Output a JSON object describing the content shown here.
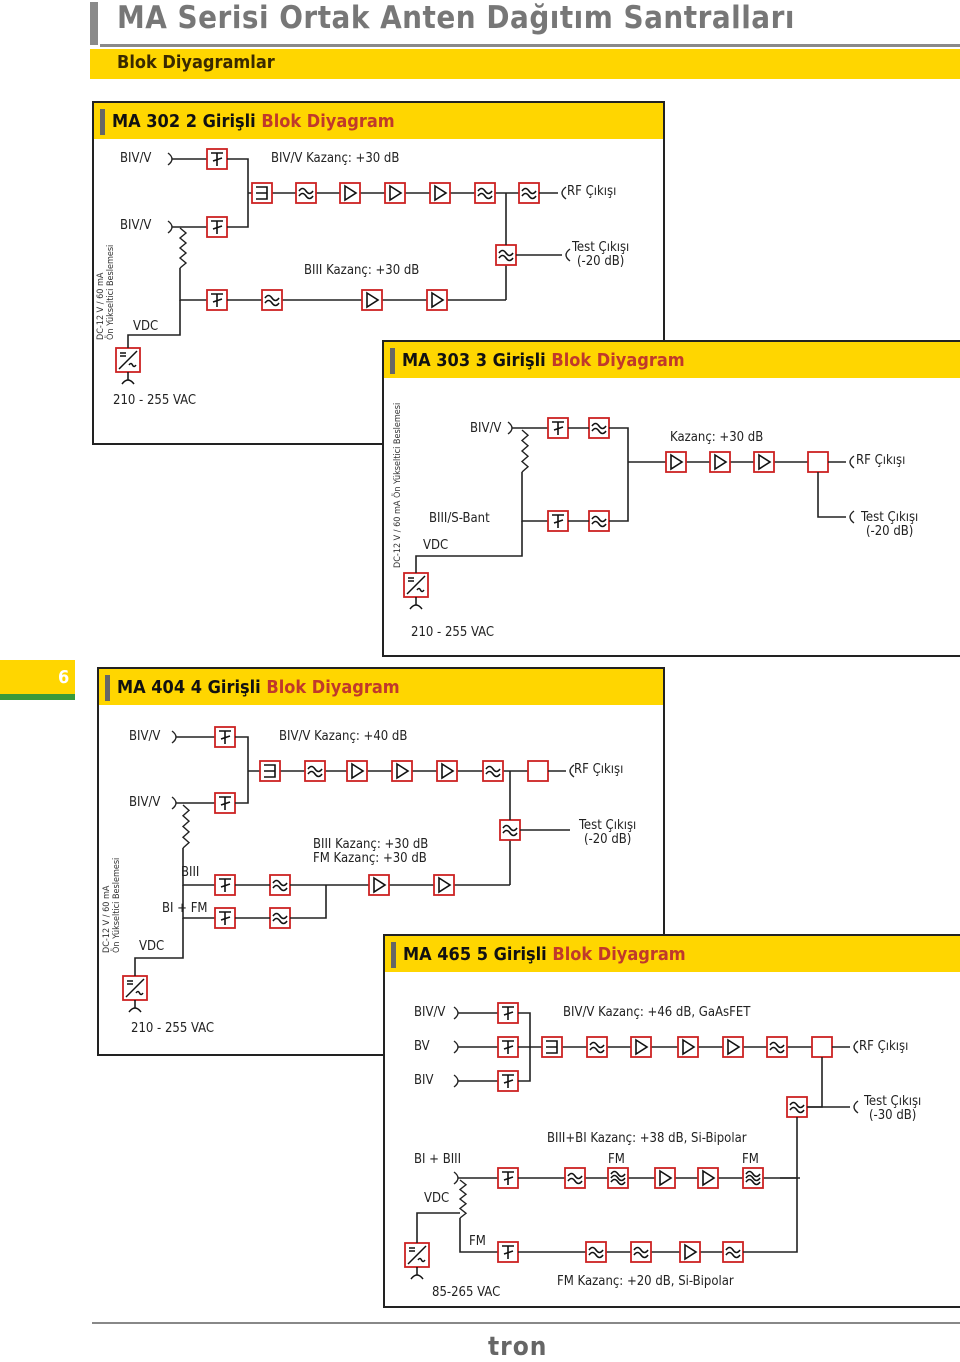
{
  "header": {
    "title": "MA Serisi Ortak Anten Dağıtım Santralları",
    "subtitle": "Blok Diyagramlar"
  },
  "page_number": "6",
  "footer_logo": "tron",
  "colors": {
    "accent_yellow": "#ffd600",
    "symbol_red": "#cc2222",
    "green_tab": "#3a9a3a"
  },
  "ma302": {
    "title_a": "MA 302 2 Girişli ",
    "title_b": "Blok Diyagram",
    "in1": "BIV/V",
    "in1_gain": "BIV/V Kazanç: +30 dB",
    "rf_out": "RF Çıkışı",
    "in2": "BIV/V",
    "biii_gain": "BIII Kazanç: +30 dB",
    "test_out_1": "Test Çıkışı",
    "test_out_2": "(-20 dB)",
    "vdc": "VDC",
    "supply": "DC-12 V / 60 mA",
    "supply2": "Ön Yükseltici Beslemesi",
    "mains": "210 - 255 VAC"
  },
  "ma303": {
    "title_a": "MA 303 3 Girişli ",
    "title_b": "Blok Diyagram",
    "in1": "BIV/V",
    "gain": "Kazanç: +30 dB",
    "rf_out": "RF Çıkışı",
    "in2": "BIII/S-Bant",
    "test_out_1": "Test Çıkışı",
    "test_out_2": "(-20 dB)",
    "vdc": "VDC",
    "supply": "DC-12 V / 60 mA Ön Yükseltici Beslemesi",
    "mains": "210 - 255 VAC"
  },
  "ma404": {
    "title_a": "MA 404 4 Girişli ",
    "title_b": "Blok Diyagram",
    "in1": "BIV/V",
    "in1_gain": "BIV/V Kazanç: +40 dB",
    "rf_out": "RF Çıkışı",
    "in2": "BIV/V",
    "biii": "BIII",
    "bifm": "BI + FM",
    "gain1": "BIII Kazanç: +30 dB",
    "gain2": "FM Kazanç: +30 dB",
    "test_out_1": "Test Çıkışı",
    "test_out_2": "(-20 dB)",
    "vdc": "VDC",
    "supply": "DC-12 V / 60 mA",
    "supply2": "Ön Yükseltici Beslemesi",
    "mains": "210 - 255 VAC"
  },
  "ma465": {
    "title_a": "MA 465 5 Girişli ",
    "title_b": "Blok Diyagram",
    "in1": "BIV/V",
    "in1_gain": "BIV/V Kazanç: +46 dB, GaAsFET",
    "in2": "BV",
    "rf_out": "RF Çıkışı",
    "in3": "BIV",
    "test_out_1": "Test Çıkışı",
    "test_out_2": "(-30 dB)",
    "biii_gain": "BIII+BI Kazanç: +38 dB, Si-Bipolar",
    "fm_a": "FM",
    "fm_b": "FM",
    "in4": "BI + BIII",
    "vdc": "VDC",
    "in5": "FM",
    "fm_gain": "FM Kazanç: +20 dB, Si-Bipolar",
    "mains": "85-265 VAC"
  }
}
